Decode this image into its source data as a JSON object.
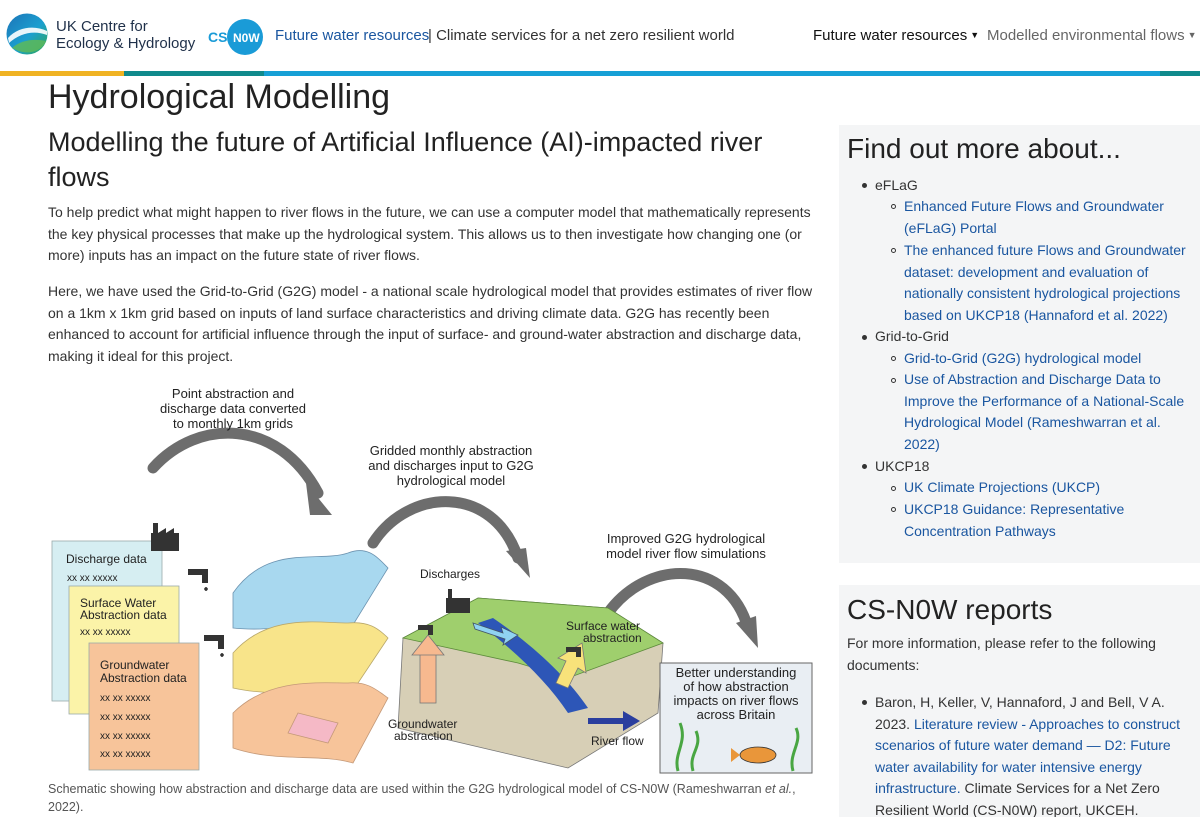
{
  "header": {
    "org_name_line1": "UK Centre for",
    "org_name_line2": "Ecology & Hydrology",
    "csnow_logo_text": "CS-N0W",
    "site_link": "Future water resources",
    "site_separator": "| Climate services for a net zero resilient world",
    "nav": [
      {
        "label": "Future water resources"
      },
      {
        "label": "Modelled environmental flows"
      }
    ]
  },
  "colors": {
    "bar_yellow": "#f0b323",
    "bar_teal": "#108a8c",
    "bar_blue": "#16a0d6",
    "link": "#1a56a0"
  },
  "main": {
    "title": "Hydrological Modelling",
    "subtitle": "Modelling the future of Artificial Influence (AI)-impacted river flows",
    "paragraph1": "To help predict what might happen to river flows in the future, we can use a computer model that mathematically represents the key physical processes that make up the hydrological system. This allows us to then investigate how changing one (or more) inputs has an impact on the future state of river flows.",
    "paragraph2": "Here, we have used the Grid-to-Grid (G2G) model - a national scale hydrological model that provides estimates of river flow on a 1km x 1km grid based on inputs of land surface characteristics and driving climate data. G2G has recently been enhanced to account for artificial influence through the input of surface- and ground-water abstraction and discharge data, making it ideal for this project.",
    "caption_pre": "Schematic showing how abstraction and discharge data are used within the G2G hydrological model of CS-N0W (Rameshwarran ",
    "caption_em": "et al.",
    "caption_post": ", 2022)."
  },
  "figure": {
    "step1": [
      "Point abstraction and",
      "discharge data converted",
      "to monthly 1km grids"
    ],
    "step2": [
      "Gridded monthly abstraction",
      "and discharges input to G2G",
      "hydrological model"
    ],
    "step3": [
      "Improved G2G hydrological",
      "model river flow simulations"
    ],
    "card_discharge": "Discharge data",
    "card_surface": [
      "Surface Water",
      "Abstraction data"
    ],
    "card_ground": [
      "Groundwater",
      "Abstraction data"
    ],
    "card_rows": [
      "xx  xx   xxxxx",
      "xx  xx   xxxxx",
      "xx  xx   xxxxx",
      "xx  xx   xxxxx"
    ],
    "label_discharges": "Discharges",
    "label_surface_abs": [
      "Surface water",
      "abstraction"
    ],
    "label_ground_abs": [
      "Groundwater",
      "abstraction"
    ],
    "label_river_flow": "River flow",
    "outcome": [
      "Better understanding",
      "of how abstraction",
      "impacts on river flows",
      "across Britain"
    ]
  },
  "sidebar": {
    "find_title": "Find out more about...",
    "groups": [
      {
        "label": "eFLaG",
        "links": [
          [
            "Enhanced Future Flows and Groundwater",
            "(eFLaG) Portal"
          ],
          [
            "The enhanced future Flows and Groundwater",
            "dataset: development and evaluation of",
            "nationally consistent hydrological projections",
            "based on UKCP18 (Hannaford et al. 2022)"
          ]
        ]
      },
      {
        "label": "Grid-to-Grid",
        "links": [
          [
            "Grid-to-Grid (G2G) hydrological model"
          ],
          [
            "Use of Abstraction and Discharge Data to",
            "Improve the Performance of a National-Scale",
            "Hydrological Model (Rameshwarran et al.",
            "2022)"
          ]
        ]
      },
      {
        "label": "UKCP18",
        "links": [
          [
            "UK Climate Projections (UKCP)"
          ],
          [
            "UKCP18 Guidance: Representative",
            "Concentration Pathways"
          ]
        ]
      }
    ],
    "reports_title": "CS-N0W reports",
    "reports_intro": "For more information, please refer to the following documents:",
    "report1_pre": "Baron, H, Keller, V, Hannaford, J and Bell, V A. 2023.",
    "report1_link": "Literature review - Approaches to construct scenarios of future water demand — D2: Future water availability for water intensive energy infrastructure.",
    "report1_post": "Climate Services for a Net Zero Resilient World (CS-N0W) report, UKCEH."
  }
}
